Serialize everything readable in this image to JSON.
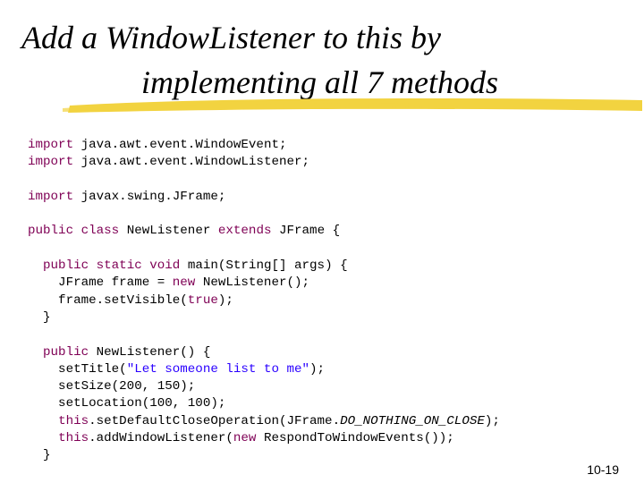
{
  "title": {
    "line1": "Add a WindowListener to this by",
    "line2": "implementing all 7 methods"
  },
  "colors": {
    "highlighter": "#f2d340",
    "keyword": "#7f0055",
    "string": "#2a00ff"
  },
  "code_lines": [
    [
      [
        "import",
        "kw"
      ],
      [
        " java.awt.event.WindowEvent;",
        ""
      ]
    ],
    [
      [
        "import",
        "kw"
      ],
      [
        " java.awt.event.WindowListener;",
        ""
      ]
    ],
    [],
    [
      [
        "import",
        "kw"
      ],
      [
        " javax.swing.JFrame;",
        ""
      ]
    ],
    [],
    [
      [
        "public",
        "kw"
      ],
      [
        " ",
        ""
      ],
      [
        "class",
        "kw"
      ],
      [
        " NewListener ",
        ""
      ],
      [
        "extends",
        "kw"
      ],
      [
        " JFrame {",
        ""
      ]
    ],
    [],
    [
      [
        "  ",
        ""
      ],
      [
        "public",
        "kw"
      ],
      [
        " ",
        ""
      ],
      [
        "static",
        "kw"
      ],
      [
        " ",
        ""
      ],
      [
        "void",
        "kw"
      ],
      [
        " main(String[] args) {",
        ""
      ]
    ],
    [
      [
        "    JFrame frame = ",
        ""
      ],
      [
        "new",
        "kw"
      ],
      [
        " NewListener();",
        ""
      ]
    ],
    [
      [
        "    frame.setVisible(",
        ""
      ],
      [
        "true",
        "kw"
      ],
      [
        ");",
        ""
      ]
    ],
    [
      [
        "  }",
        ""
      ]
    ],
    [],
    [
      [
        "  ",
        ""
      ],
      [
        "public",
        "kw"
      ],
      [
        " NewListener() {",
        ""
      ]
    ],
    [
      [
        "    setTitle(",
        ""
      ],
      [
        "\"Let someone list to me\"",
        "str"
      ],
      [
        ");",
        ""
      ]
    ],
    [
      [
        "    setSize(200, 150);",
        ""
      ]
    ],
    [
      [
        "    setLocation(100, 100);",
        ""
      ]
    ],
    [
      [
        "    ",
        ""
      ],
      [
        "this",
        "kw"
      ],
      [
        ".setDefaultCloseOperation(JFrame.",
        ""
      ],
      [
        "DO_NOTHING_ON_CLOSE",
        "ital"
      ],
      [
        ");",
        ""
      ]
    ],
    [
      [
        "    ",
        ""
      ],
      [
        "this",
        "kw"
      ],
      [
        ".addWindowListener(",
        ""
      ],
      [
        "new",
        "kw"
      ],
      [
        " RespondToWindowEvents());",
        ""
      ]
    ],
    [
      [
        "  }",
        ""
      ]
    ]
  ],
  "page_number": "10-19"
}
